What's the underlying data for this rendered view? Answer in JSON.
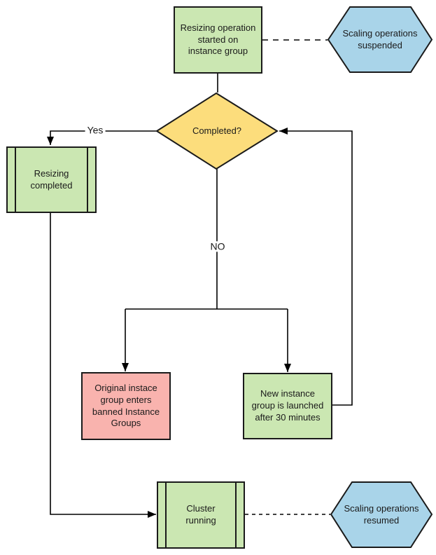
{
  "diagram": {
    "colors": {
      "process_green": "#cbe7b2",
      "decision_yellow": "#fcdd7c",
      "alert_pink": "#f9b3ae",
      "state_blue": "#a9d4e9",
      "shape_stroke": "#1a1a1a",
      "line": "#000000"
    },
    "nodes": {
      "start": {
        "label": "Resizing operation\nstarted on\ninstance group"
      },
      "suspended": {
        "label": "Scaling operations\nsuspended"
      },
      "decision": {
        "label": "Completed?"
      },
      "resizing_completed": {
        "label": "Resizing\ncompleted"
      },
      "banned": {
        "label": "Original instace\ngroup enters\nbanned Instance\nGroups"
      },
      "new_group": {
        "label": "New instance\ngroup is launched\nafter 30 minutes"
      },
      "cluster_running": {
        "label": "Cluster\nrunning"
      },
      "resumed": {
        "label": "Scaling operations\nresumed"
      }
    },
    "edges": {
      "yes_label": "Yes",
      "no_label": "NO"
    }
  }
}
